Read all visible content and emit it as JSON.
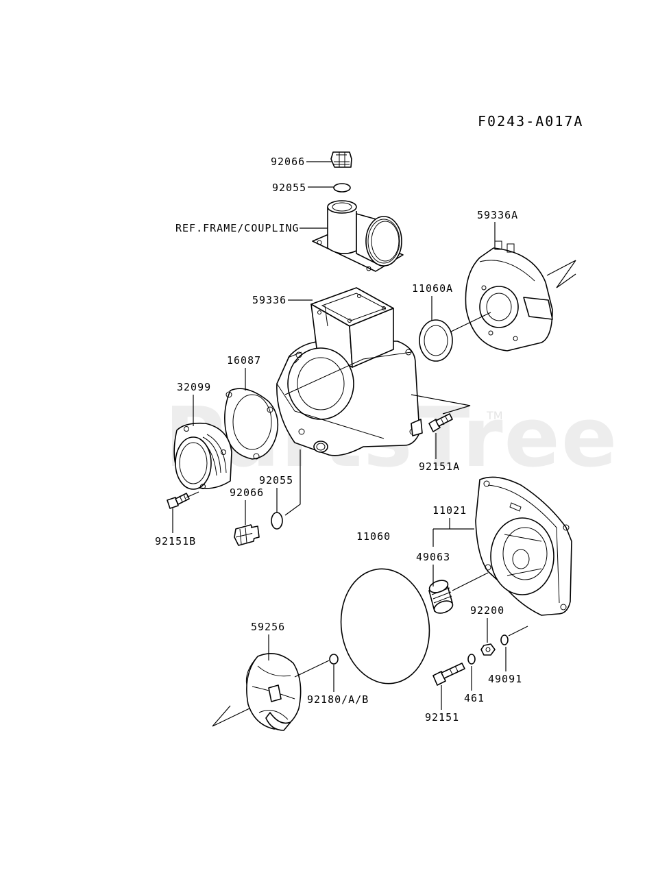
{
  "diagram_ref": "F0243-A017A",
  "watermark": {
    "text": "PartsTree",
    "mark": "TM"
  },
  "labels": {
    "p92066_top": "92066",
    "p92055_top": "92055",
    "ref_frame": "REF.FRAME/COUPLING",
    "p59336A": "59336A",
    "p11060A": "11060A",
    "p59336": "59336",
    "p16087": "16087",
    "p32099": "32099",
    "p92151A": "92151A",
    "p92055_mid": "92055",
    "p92066_mid": "92066",
    "p92151B": "92151B",
    "p11021": "11021",
    "p11060": "11060",
    "p49063": "49063",
    "p92200": "92200",
    "p59256": "59256",
    "p49091": "49091",
    "p92180": "92180/A/B",
    "p461": "461",
    "p92151": "92151"
  }
}
